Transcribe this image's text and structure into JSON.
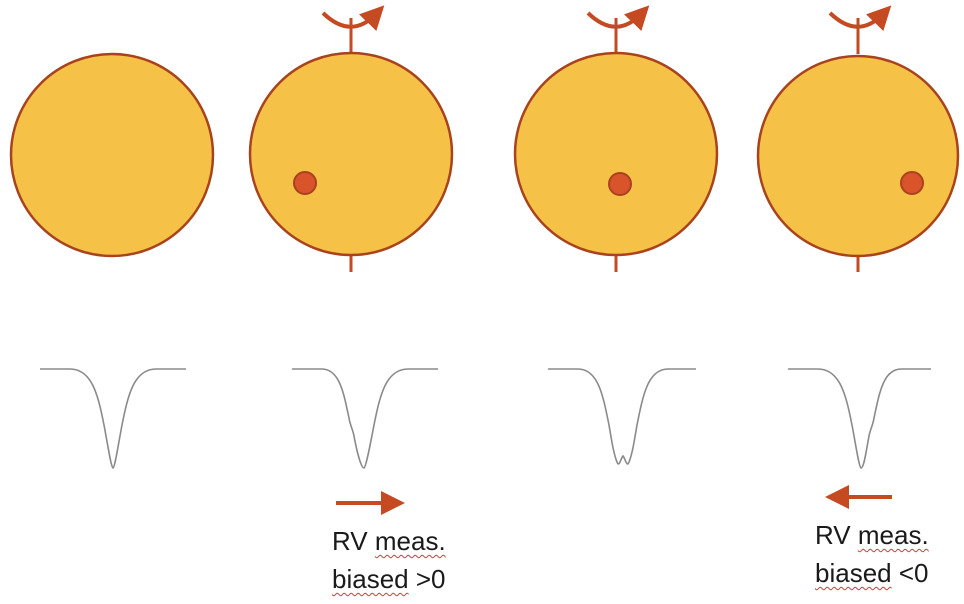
{
  "colors": {
    "star_fill": "#f5c146",
    "star_outline": "#a8431e",
    "spot_fill": "#d9542b",
    "axis_and_arrow": "#c54a22",
    "profile_line": "#8a8a8a",
    "caption_text": "#1a1a1a"
  },
  "panels": [
    {
      "label": "non-rotating star",
      "rotation_axis": false,
      "spot_position": "none",
      "line_profile": "symmetric"
    },
    {
      "label": "rotating star, spot on approaching limb",
      "rotation_axis": true,
      "spot_position": "left",
      "line_profile": "bump-left"
    },
    {
      "label": "rotating star, spot at disk center",
      "rotation_axis": true,
      "spot_position": "center",
      "line_profile": "bump-center"
    },
    {
      "label": "rotating star, spot on receding limb",
      "rotation_axis": true,
      "spot_position": "right",
      "line_profile": "bump-right"
    }
  ],
  "captions": {
    "positive": {
      "line1_word1": "RV",
      "line1_word2": "meas.",
      "line2_word1": "biased",
      "line2_word2": ">0",
      "arrow_direction": "right"
    },
    "negative": {
      "line1_word1": "RV",
      "line1_word2": "meas.",
      "line2_word1": "biased",
      "line2_word2": "<0",
      "arrow_direction": "left"
    }
  }
}
